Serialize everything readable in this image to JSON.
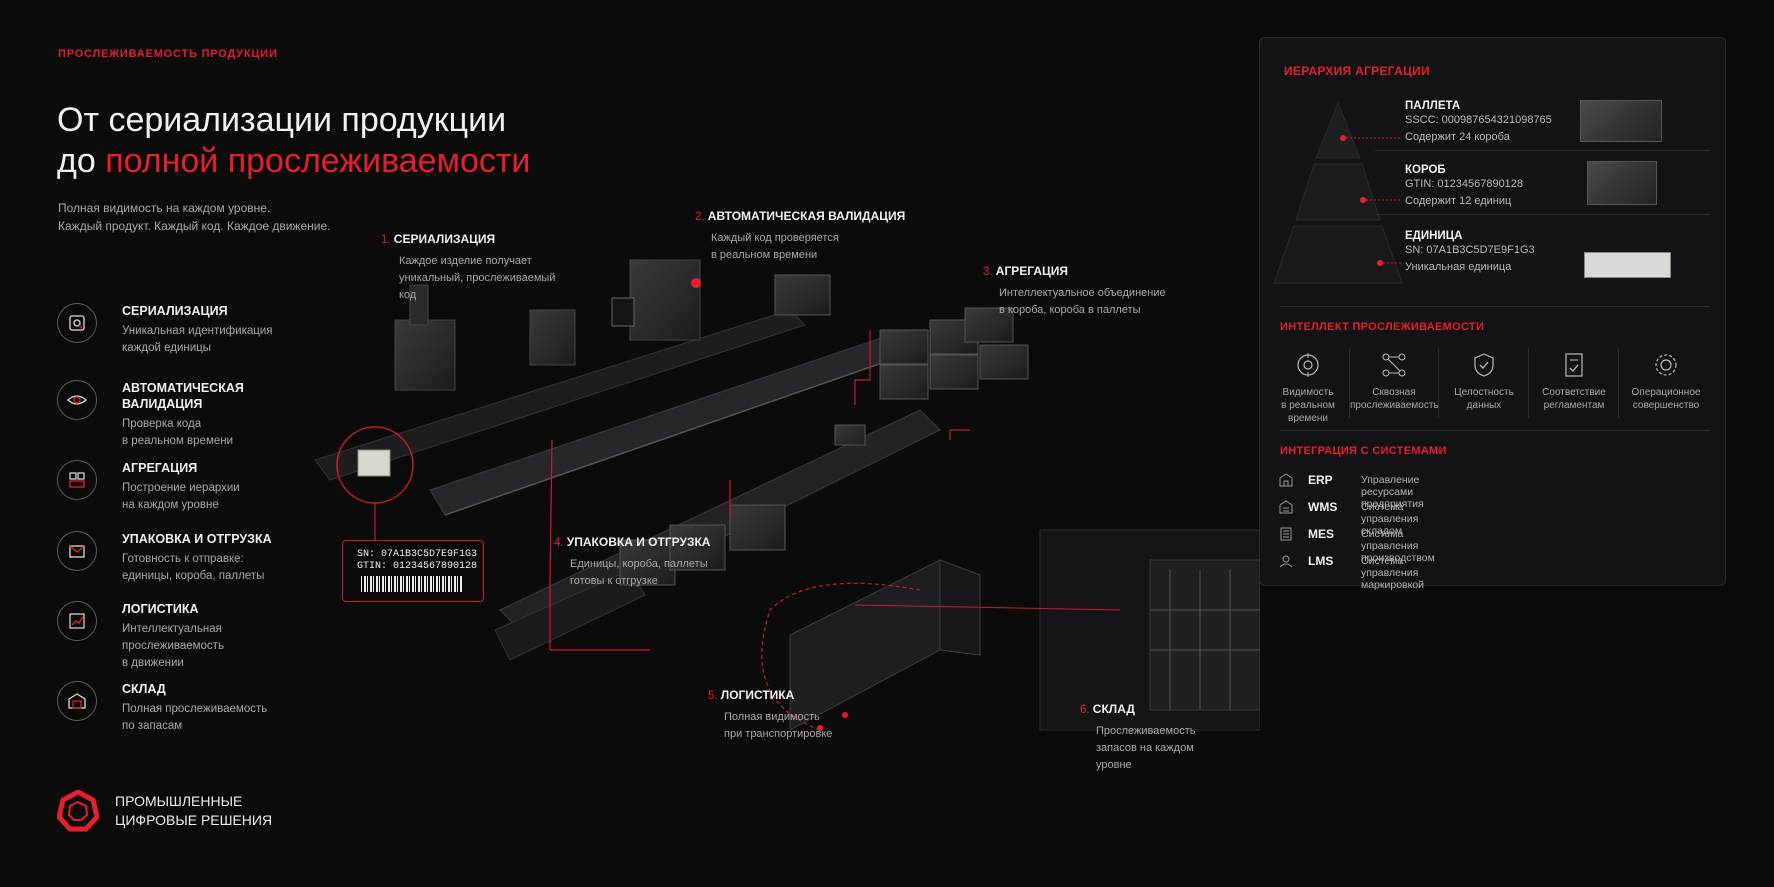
{
  "header": {
    "eyebrow": "ПРОСЛЕЖИВАЕМОСТЬ ПРОДУКЦИИ",
    "title_line1": "От сериализации продукции",
    "title_line2_prefix": "до ",
    "title_line2_accent": "полной прослеживаемости",
    "subtitle_line1": "Полная видимость на каждом уровне.",
    "subtitle_line2": "Каждый продукт. Каждый код. Каждое движение."
  },
  "features": [
    {
      "icon": "serialization-icon",
      "title": "СЕРИАЛИЗАЦИЯ",
      "line1": "Уникальная идентификация",
      "line2": "каждой единицы",
      "line3": ""
    },
    {
      "icon": "validation-eye-icon",
      "title": "АВТОМАТИЧЕСКАЯ",
      "title2": "ВАЛИДАЦИЯ",
      "line1": "Проверка кода",
      "line2": "в реальном времени",
      "line3": ""
    },
    {
      "icon": "aggregation-icon",
      "title": "АГРЕГАЦИЯ",
      "line1": "Построение иерархии",
      "line2": "на каждом уровне",
      "line3": ""
    },
    {
      "icon": "package-shipping-icon",
      "title": "УПАКОВКА И ОТГРУЗКА",
      "line1": "Готовность к отправке:",
      "line2": "единицы, короба, паллеты",
      "line3": ""
    },
    {
      "icon": "logistics-chart-icon",
      "title": "ЛОГИСТИКА",
      "line1": "Интеллектуальная",
      "line2": "прослеживаемость",
      "line3": "в движении"
    },
    {
      "icon": "warehouse-icon",
      "title": "СКЛАД",
      "line1": "Полная прослеживаемость",
      "line2": "по запасам",
      "line3": ""
    }
  ],
  "brand": {
    "line1": "ПРОМЫШЛЕННЫЕ",
    "line2": "ЦИФРОВЫЕ РЕШЕНИЯ",
    "accent": "#e5202e"
  },
  "steps": [
    {
      "num": "1.",
      "title": "СЕРИАЛИЗАЦИЯ",
      "d1": "Каждое изделие получает",
      "d2": "уникальный, прослеживаемый",
      "d3": "код"
    },
    {
      "num": "2.",
      "title": "АВТОМАТИЧЕСКАЯ ВАЛИДАЦИЯ",
      "d1": "Каждый код проверяется",
      "d2": "в реальном времени",
      "d3": ""
    },
    {
      "num": "3.",
      "title": "АГРЕГАЦИЯ",
      "d1": "Интеллектуальное объединение",
      "d2": "в короба, короба в паллеты",
      "d3": ""
    },
    {
      "num": "4.",
      "title": "УПАКОВКА И ОТГРУЗКА",
      "d1": "Единицы, короба, паллеты",
      "d2": "готовы к отгрузке",
      "d3": ""
    },
    {
      "num": "5.",
      "title": "ЛОГИСТИКА",
      "d1": "Полная видимость",
      "d2": "при транспортировке",
      "d3": ""
    },
    {
      "num": "6.",
      "title": "СКЛАД",
      "d1": "Прослеживаемость",
      "d2": "запасов на каждом",
      "d3": "уровне"
    }
  ],
  "label_tag": {
    "sn": "SN: 07A1B3C5D7E9F1G3",
    "gtin": "GTIN: 01234567890128"
  },
  "panel": {
    "aggregation_title": "ИЕРАРХИЯ АГРЕГАЦИИ",
    "levels": [
      {
        "title": "ПАЛЛЕТА",
        "code": "SSCC: 000987654321098765",
        "note": "Содержит 24 короба"
      },
      {
        "title": "КОРОБ",
        "code": "GTIN: 01234567890128",
        "note": "Содержит 12 единиц"
      },
      {
        "title": "ЕДИНИЦА",
        "code": "SN: 07A1B3C5D7E9F1G3",
        "note": "Уникальная единица"
      }
    ],
    "intel_title": "ИНТЕЛЛЕКТ ПРОСЛЕЖИВАЕМОСТИ",
    "intel": [
      {
        "icon": "visibility-target-icon",
        "l1": "Видимость",
        "l2": "в реальном",
        "l3": "времени"
      },
      {
        "icon": "network-nodes-icon",
        "l1": "Сквозная",
        "l2": "прослеживаемость",
        "l3": ""
      },
      {
        "icon": "shield-check-icon",
        "l1": "Целостность",
        "l2": "данных",
        "l3": ""
      },
      {
        "icon": "document-check-icon",
        "l1": "Соответствие",
        "l2": "регламентам",
        "l3": ""
      },
      {
        "icon": "gear-shield-icon",
        "l1": "Операционное",
        "l2": "совершенство",
        "l3": ""
      }
    ],
    "integration_title": "ИНТЕГРАЦИЯ С СИСТЕМАМИ",
    "systems": [
      {
        "code": "ERP",
        "desc": "Управление ресурсами предприятия"
      },
      {
        "code": "WMS",
        "desc": "Система управления складом"
      },
      {
        "code": "MES",
        "desc": "Система управления производством"
      },
      {
        "code": "LMS",
        "desc": "Система управления маркировкой"
      }
    ]
  }
}
